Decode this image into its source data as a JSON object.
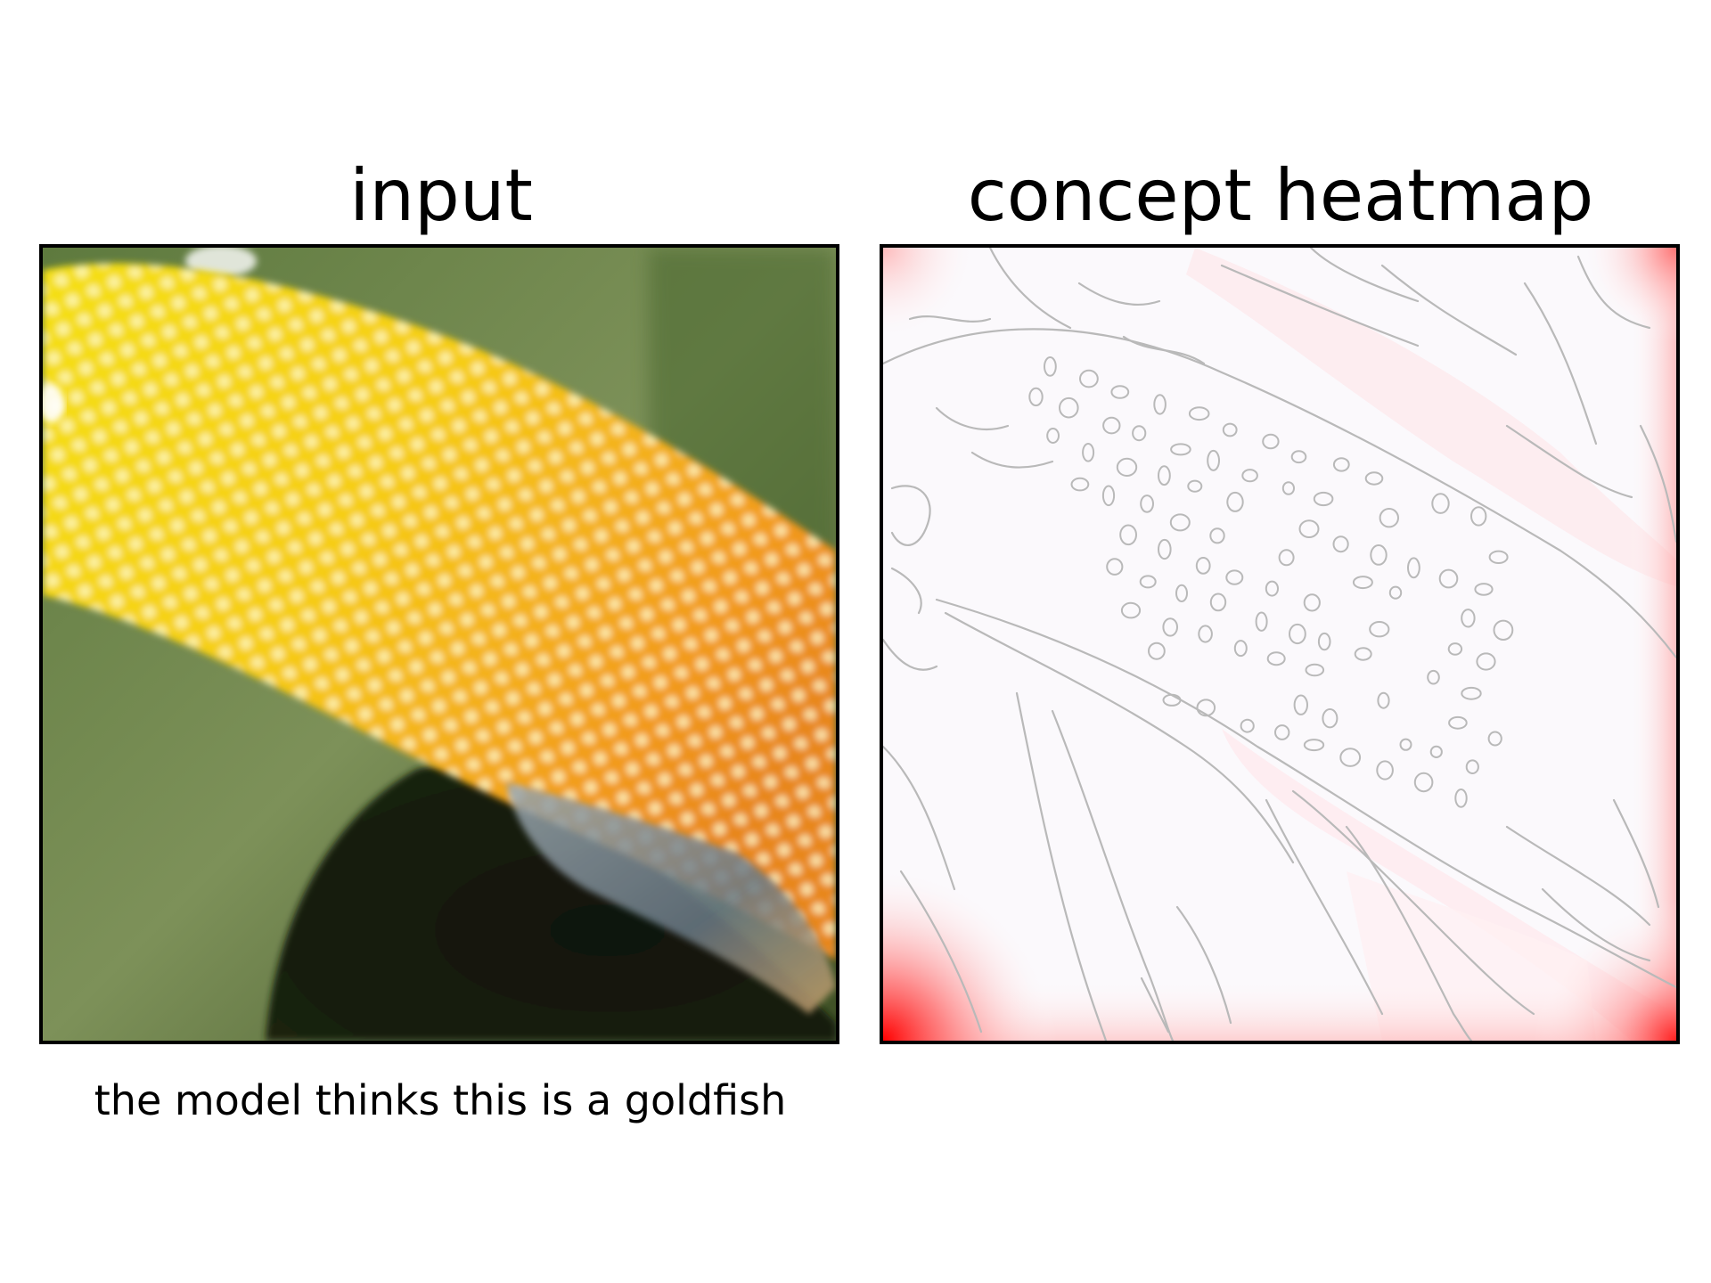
{
  "panels": {
    "input": {
      "title": "input",
      "caption": "the model thinks this is a goldfish"
    },
    "heatmap": {
      "title": "concept heatmap"
    }
  },
  "colors": {
    "background": "#ffffff",
    "frame": "#000000",
    "fish_body": "#f2c21a",
    "water": "#6f8a52",
    "rock": "#0d0f08",
    "heatmap_edge_lines": "#b9b9b9",
    "heatmap_high": "#ff0000"
  }
}
